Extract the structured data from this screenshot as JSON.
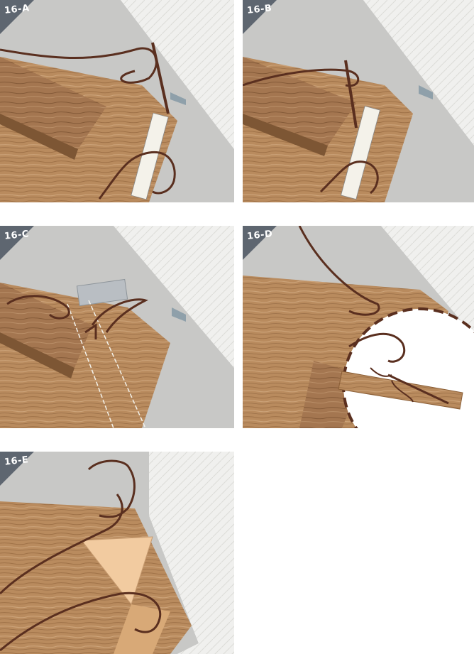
{
  "panels": [
    {
      "id": "A",
      "label": "16-A"
    },
    {
      "id": "B",
      "label": "16-B"
    },
    {
      "id": "C",
      "label": "16-C"
    },
    {
      "id": "D",
      "label": "16-D"
    },
    {
      "id": "E",
      "label": "16-E"
    }
  ]
}
